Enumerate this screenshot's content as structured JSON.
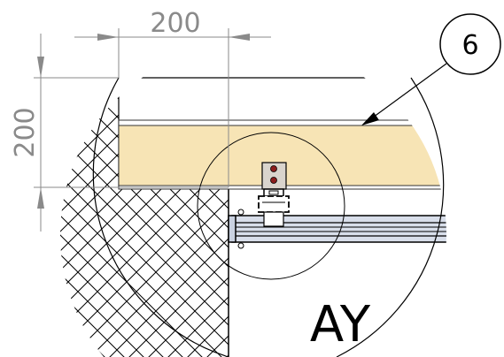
{
  "dimensions": {
    "horizontal": "200",
    "vertical": "200"
  },
  "callout": {
    "number": "6"
  },
  "view_label": "AY",
  "colors": {
    "panel_fill": "#f7e4b5",
    "panel_edge": "#333333",
    "dimension_line": "#8a8a8a",
    "hatch": "#000000",
    "profile_fill": "#d8deea",
    "bracket_fill": "#d9d4cd",
    "bolt_fill": "#8b1d1d"
  }
}
